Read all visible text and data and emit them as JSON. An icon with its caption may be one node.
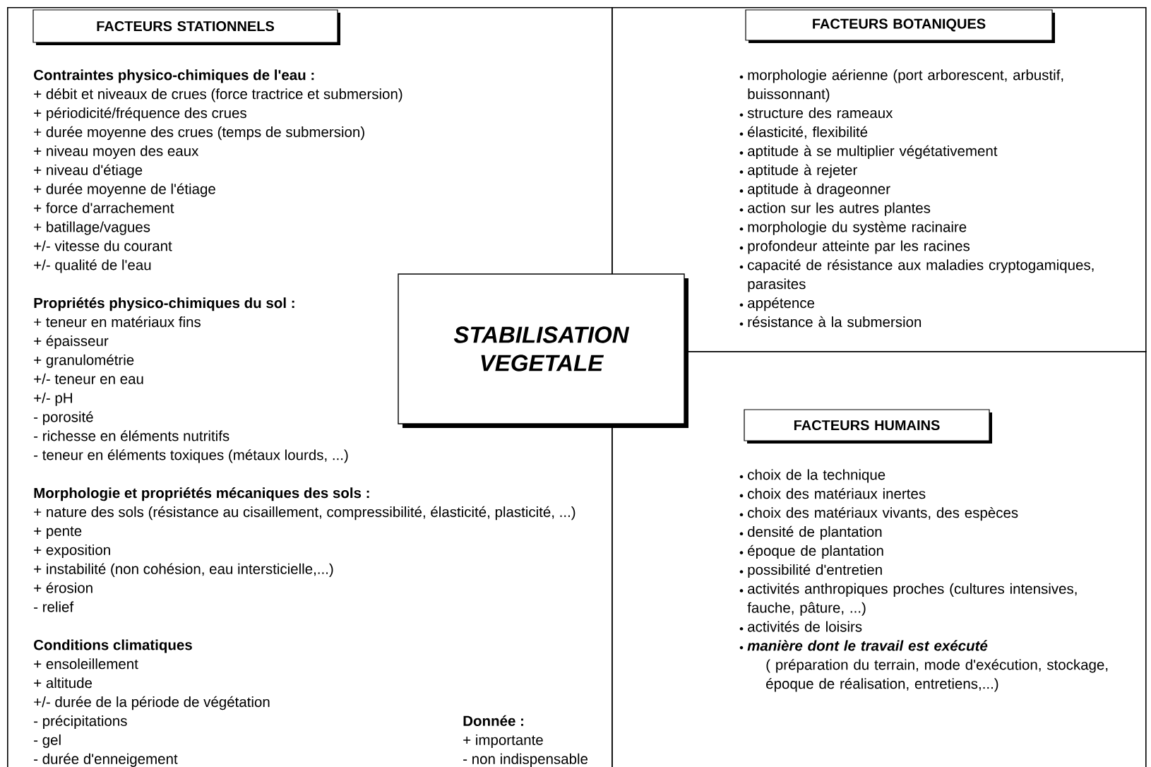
{
  "diagram": {
    "nodes": [
      {
        "text": [
          "Contraintes physico-chimiques de l'eau :",
          "+ débit et niveaux de crues (force tractrice et submersion)",
          "+ périodicité/fréquence des crues",
          "+ durée moyenne des crues (temps de submersion)",
          "+ niveau moyen des eaux",
          "+ niveau d'étiage",
          "+ durée moyenne de l'étiage",
          "+ force d'arrachement",
          "+ batillage/vagues",
          "+/- vitesse du courant",
          "+/- qualité de l'eau",
          "Propriétés physico-chimiques du sol :",
          "+ teneur en matériaux fins",
          "+ épaisseur",
          "+ granulométrie",
          "+/- teneur en eau",
          "+/- pH",
          "- porosité",
          "- richesse en éléments nutritifs",
          "- teneur en éléments toxiques (métaux lourds, ...)",
          "Morphologie et propriétés mécaniques des sols :",
          "+ nature des sols (résistance au cisaillement, compressibilité, élasticité, plasticité, ...)",
          "+ pente",
          "+ exposition",
          "+ instabilité (non cohésion, eau intersticielle,...)",
          "+ érosion",
          "- relief",
          "Conditions climatiques",
          "+ ensoleillement",
          "+ altitude",
          "+/- durée de la période de végétation",
          "- précipitations",
          "- gel",
          "- durée d'enneigement",
          "Donnée :",
          "+ importante",
          "- non indispensable"
        ]
      },
      {
        "text": [
          "FACTEURS STATIONNELS"
        ],
        "in": 0
      },
      {
        "text": [
          "morphologie aérienne (port arborescent, arbustif, buissonnant)",
          "structure des rameaux",
          "élasticité, flexibilité",
          "aptitude à se multiplier végétativement",
          "aptitude à rejeter",
          "aptitude à drageonner",
          "action sur les autres plantes",
          "morphologie du système racinaire",
          "profondeur atteinte par les racines",
          "capacité de résistance aux maladies cryptogamiques, parasites",
          "appétence",
          "résistance à la submersion"
        ]
      },
      {
        "text": [
          "FACTEURS BOTANIQUES"
        ],
        "in": 2
      },
      {
        "text": [
          "STABILISATION VEGETALE"
        ]
      },
      {
        "text": [
          "choix de la technique",
          "choix des matériaux inertes",
          "choix des matériaux vivants, des espèces",
          "densité de plantation",
          "époque de plantation",
          "possibilité d'entretien",
          "activités anthropiques proches (cultures intensives, fauche, pâture, ...)",
          "activités de loisirs",
          "manière dont le travail est exécuté",
          "( préparation du terrain, mode d'exécution, stockage, époque de réalisation, entretiens,...)"
        ]
      },
      {
        "text": [
          "FACTEURS HUMAINS"
        ],
        "in": 5
      }
    ]
  }
}
